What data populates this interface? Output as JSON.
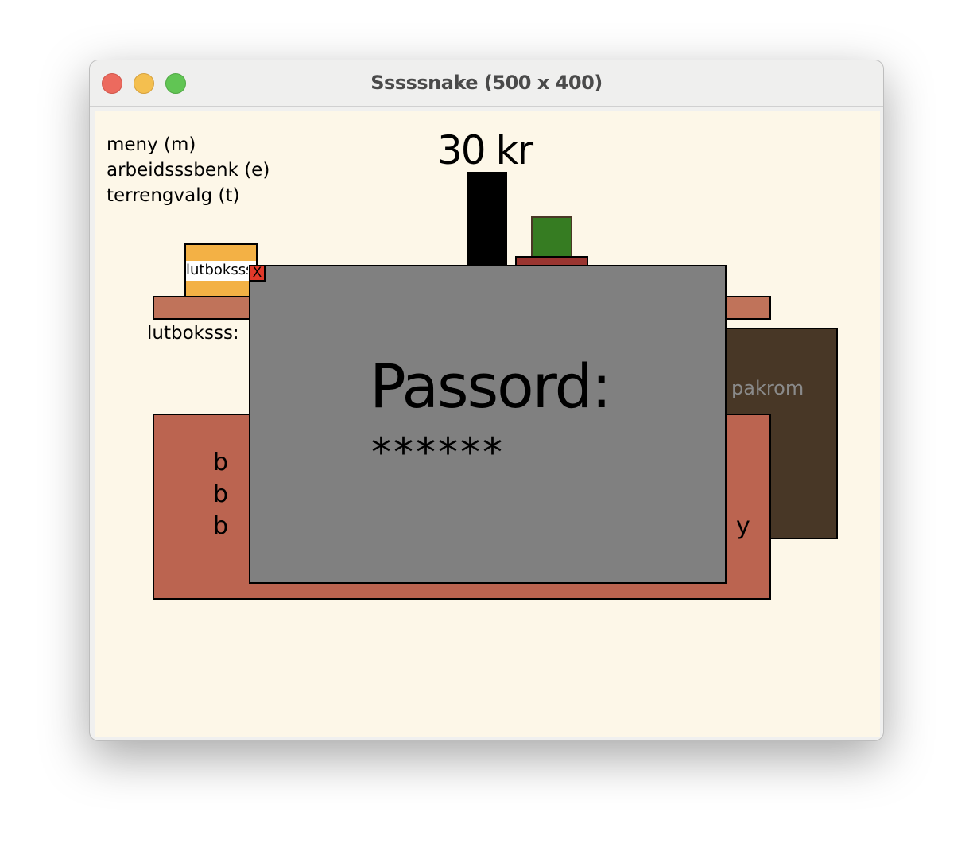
{
  "window": {
    "title": "Sssssnake (500 x 400)"
  },
  "menu": {
    "items": [
      "meny (m)",
      "arbeidsssbenk (e)",
      "terrengvalg (t)"
    ]
  },
  "hud": {
    "money": "30 kr"
  },
  "scene": {
    "box_label": "lutboksss",
    "close_label": "X",
    "shelf_label": "lutboksss:",
    "dark_room_label": "pakrom",
    "big_box_lines": [
      "b",
      "b",
      "b"
    ],
    "big_box_right": "y"
  },
  "dialog": {
    "prompt": "Passord:",
    "value": "******"
  },
  "colors": {
    "background": "#fdf7e8",
    "dialog": "#808080",
    "shelf": "#c0735a",
    "big_box": "#bb6450",
    "dark_room": "#483726",
    "crate": "#f3b145",
    "plant": "#367c22",
    "close": "#e0392a"
  }
}
